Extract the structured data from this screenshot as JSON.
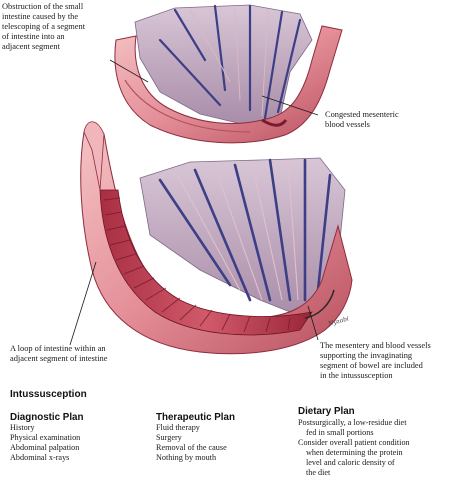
{
  "callouts": {
    "obstruction": [
      "Obstruction of the small",
      "intestine caused by the",
      "telescoping of a segment",
      "of intestine into an",
      "adjacent segment"
    ],
    "mesenteric": [
      "Congested mesenteric",
      "blood vessels"
    ],
    "loop": [
      "A loop of intestine within an",
      "adjacent segment of intestine"
    ],
    "mesentery": [
      "The mesentery and blood vessels",
      "supporting the invaginating",
      "segment of bowel are included",
      "in the intussusception"
    ]
  },
  "title": "Intussusception",
  "plans": {
    "diagnostic": {
      "heading": "Diagnostic Plan",
      "items": [
        "History",
        "Physical examination",
        "Abdominal palpation",
        "Abdominal x-rays"
      ]
    },
    "therapeutic": {
      "heading": "Therapeutic Plan",
      "items": [
        "Fluid therapy",
        "Surgery",
        "Removal of the cause",
        "Nothing by mouth"
      ]
    },
    "dietary": {
      "heading": "Dietary Plan",
      "items": [
        "Postsurgically, a low-residue diet",
        "fed in small portions",
        "Consider overall patient condition",
        "when determining the protein",
        "level and caloric density of",
        "the diet"
      ]
    }
  },
  "signature": "Nyzabi",
  "colors": {
    "intestine_wall": "#e9a0a6",
    "intestine_inner": "#c24a5a",
    "intestine_dark": "#8e1f30",
    "mesentery": "#bfa8c2",
    "vessel": "#3c3f86"
  }
}
